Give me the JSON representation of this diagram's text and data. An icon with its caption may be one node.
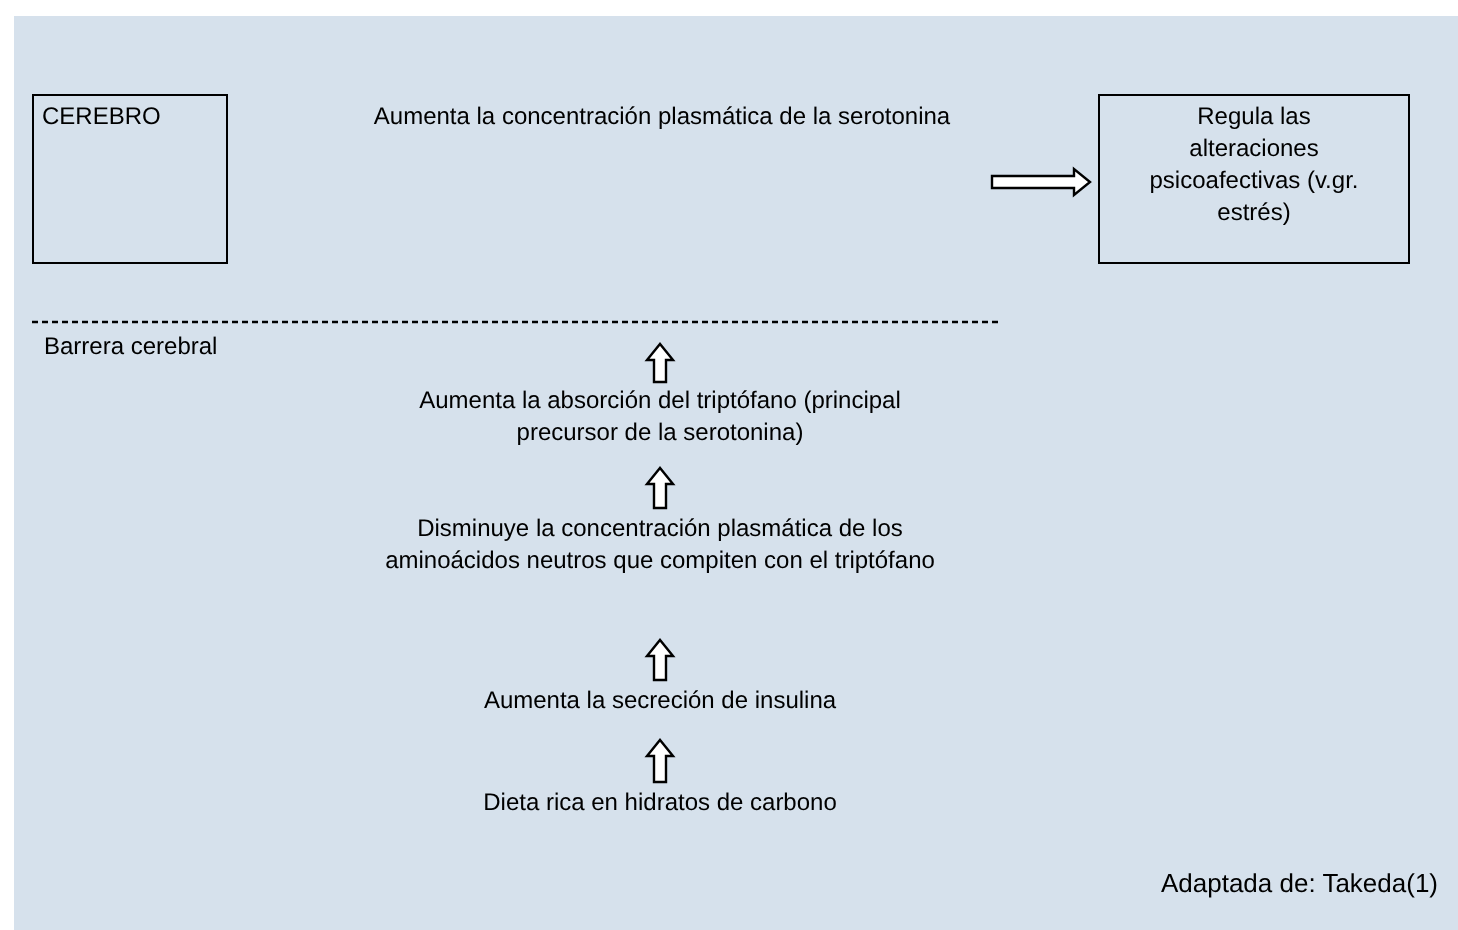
{
  "diagram": {
    "nodes": [
      {
        "text": [
          "CEREBRO"
        ]
      },
      {
        "text": [
          "Aumenta la concentración plasmática de la serotonina"
        ]
      },
      {
        "text": [
          "Regula las alteraciones psicoafectivas (v.gr. estrés)"
        ]
      },
      {
        "text": [
          "Aumenta la absorción del triptófano (principal precursor de la serotonina)"
        ]
      },
      {
        "text": [
          "Disminuye la concentración plasmática de los aminoácidos neutros que compiten con el triptófano"
        ]
      },
      {
        "text": [
          "Aumenta la secreción de insulina"
        ]
      },
      {
        "text": [
          "Dieta rica en hidratos de carbono"
        ]
      }
    ],
    "edges": [
      {
        "from": 1,
        "to": 2,
        "arrow": "to"
      },
      {
        "from": 3,
        "to": null,
        "arrow": "to"
      },
      {
        "from": 4,
        "to": 3,
        "arrow": "to"
      },
      {
        "from": 5,
        "to": 4,
        "arrow": "to"
      },
      {
        "from": 6,
        "to": 5,
        "arrow": "to"
      }
    ],
    "labels": [
      "Barrera cerebral",
      "Adaptada de: Takeda(1)"
    ]
  }
}
